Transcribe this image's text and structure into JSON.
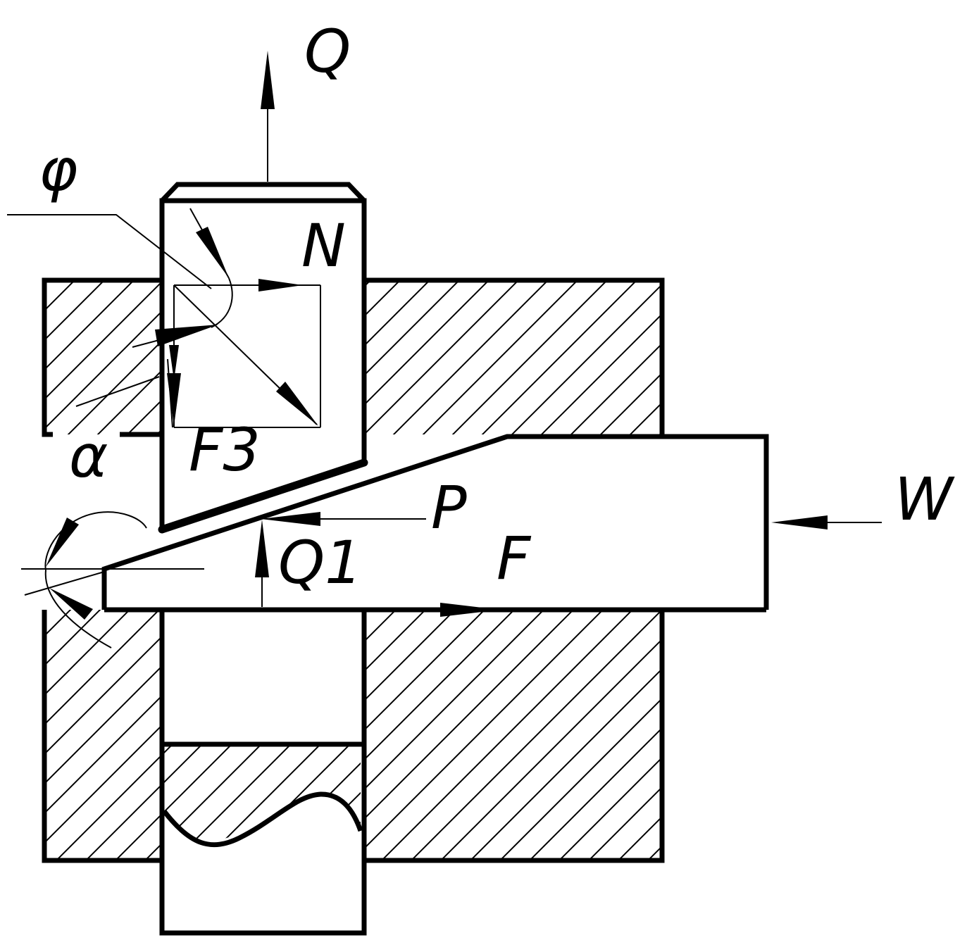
{
  "labels": {
    "Q": "Q",
    "phi": "φ",
    "N": "N",
    "alpha": "α",
    "F3": "F3",
    "P": "P",
    "W": "W",
    "Q1": "Q1",
    "F": "F"
  },
  "colors": {
    "stroke": "#000000",
    "background": "#ffffff"
  }
}
